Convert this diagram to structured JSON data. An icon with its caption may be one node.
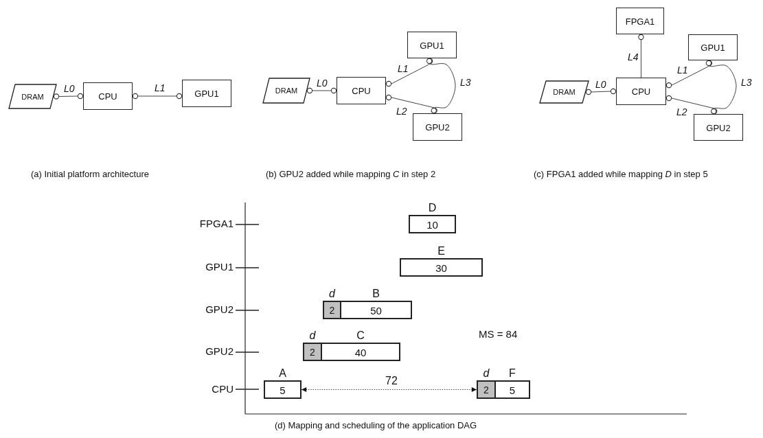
{
  "diagram": {
    "nodes": [
      {
        "text": [
          "DRAM"
        ]
      },
      {
        "text": [
          "CPU"
        ]
      },
      {
        "text": [
          "GPU1"
        ]
      },
      {
        "text": [
          "DRAM"
        ]
      },
      {
        "text": [
          "CPU"
        ]
      },
      {
        "text": [
          "GPU1"
        ]
      },
      {
        "text": [
          "GPU2"
        ]
      },
      {
        "text": [
          "FPGA1"
        ]
      },
      {
        "text": [
          "DRAM"
        ]
      },
      {
        "text": [
          "CPU"
        ]
      },
      {
        "text": [
          "GPU1"
        ]
      },
      {
        "text": [
          "GPU2"
        ]
      },
      {
        "text": [
          "D",
          "10"
        ]
      },
      {
        "text": [
          "E",
          "30"
        ]
      },
      {
        "text": [
          "*d*",
          "2"
        ]
      },
      {
        "text": [
          "B",
          "50"
        ]
      },
      {
        "text": [
          "*d*",
          "2"
        ]
      },
      {
        "text": [
          "C",
          "40"
        ]
      },
      {
        "text": [
          "A",
          "5"
        ]
      },
      {
        "text": [
          "*d*",
          "2"
        ]
      },
      {
        "text": [
          "F",
          "5"
        ]
      }
    ],
    "edges": [
      {
        "from": 0,
        "to": 1,
        "arrow": "other",
        "label": "L0"
      },
      {
        "from": 1,
        "to": 2,
        "arrow": "other",
        "label": "L1"
      },
      {
        "from": 3,
        "to": 4,
        "arrow": "other",
        "label": "L0"
      },
      {
        "from": 4,
        "to": 5,
        "arrow": "other",
        "label": "L1"
      },
      {
        "from": 4,
        "to": 6,
        "arrow": "other",
        "label": "L2"
      },
      {
        "from": 5,
        "to": 6,
        "arrow": "other",
        "label": "L3"
      },
      {
        "from": 8,
        "to": 9,
        "arrow": "other",
        "label": "L0"
      },
      {
        "from": 9,
        "to": 7,
        "arrow": "other",
        "label": "L4"
      },
      {
        "from": 9,
        "to": 10,
        "arrow": "other",
        "label": "L1"
      },
      {
        "from": 9,
        "to": 11,
        "arrow": "other",
        "label": "L2"
      },
      {
        "from": 10,
        "to": 11,
        "arrow": "other",
        "label": "L3"
      },
      {
        "from": 18,
        "to": 19,
        "arrow": "both",
        "label": "72",
        "style": "dashed"
      }
    ],
    "labels": [
      "(a) Initial platform architecture",
      "(b) GPU2 added while mapping *C* in step 2",
      "(c) FPGA1 added while mapping *D* in step 5",
      "FPGA1",
      "GPU1",
      "GPU2",
      "MS = 84",
      "GPU2",
      "CPU",
      "(d) Mapping and scheduling of the application DAG"
    ]
  }
}
